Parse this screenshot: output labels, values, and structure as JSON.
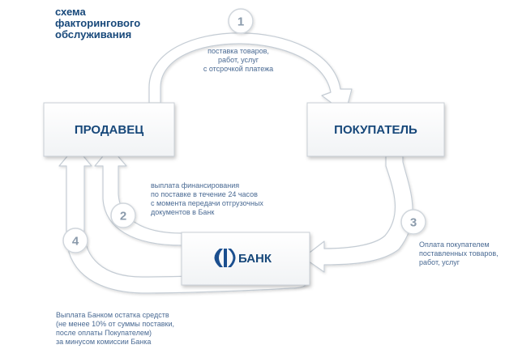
{
  "title": [
    "схема",
    "факторингового",
    "обслуживания"
  ],
  "boxes": {
    "seller": "ПРОДАВЕЦ",
    "buyer": "ПОКУПАТЕЛЬ",
    "bank": "БАНК"
  },
  "steps": {
    "s1": {
      "number": "1",
      "lines": [
        "поставка товаров,",
        "работ, услуг",
        "с отсрочкой платежа"
      ]
    },
    "s2": {
      "number": "2",
      "lines": [
        "выплата финансирования",
        "по поставке в течение 24 часов",
        "с момента передачи отгрузочных",
        "документов в Банк"
      ]
    },
    "s3": {
      "number": "3",
      "lines": [
        "Оплата покупателем",
        "поставленных товаров,",
        "работ, услуг"
      ]
    },
    "s4": {
      "number": "4",
      "lines": [
        "Выплата Банком остатка средств",
        "(не менее 10% от суммы поставки,",
        "после оплаты Покупателем)",
        "за минусом комиссии Банка"
      ]
    }
  },
  "colors": {
    "accent": "#17487a",
    "step_number": "#8a9aab",
    "note_text": "#4a6a93",
    "arrow_outline": "#c4ccd4",
    "box_border": "#c9cfd6"
  },
  "icons": {
    "bank_logo": "bank-logo-icon"
  }
}
